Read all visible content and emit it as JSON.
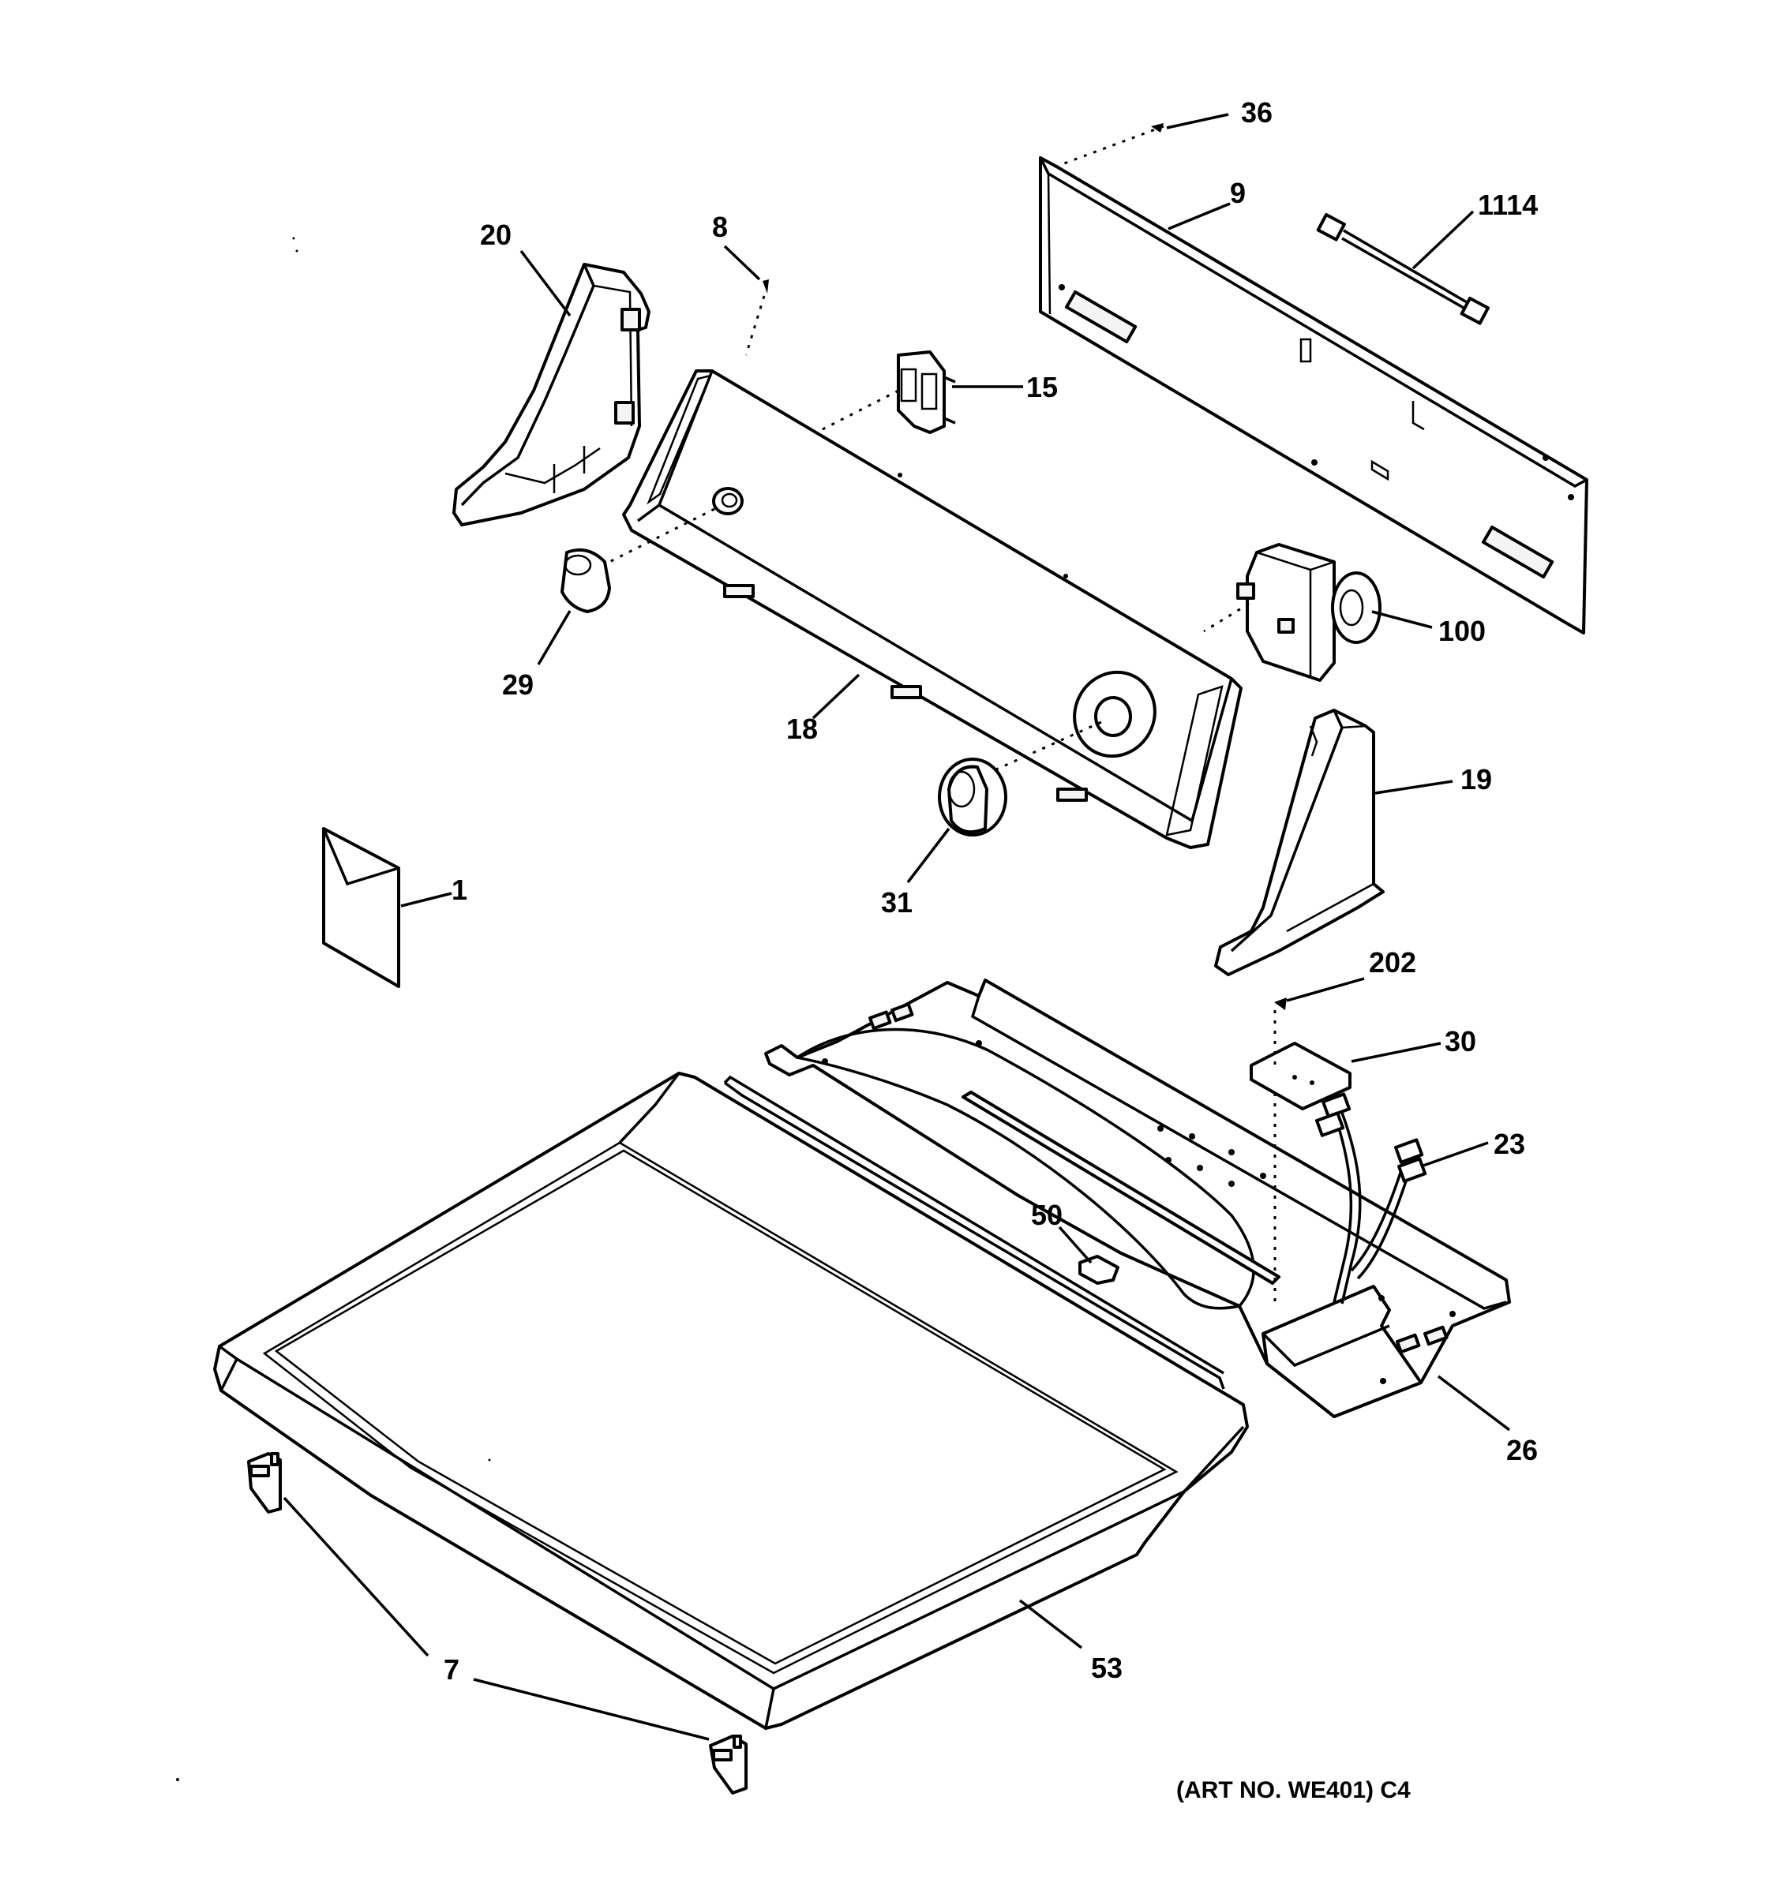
{
  "callouts": [
    {
      "id": "36",
      "text": "36"
    },
    {
      "id": "9",
      "text": "9"
    },
    {
      "id": "1114",
      "text": "1114"
    },
    {
      "id": "20",
      "text": "20"
    },
    {
      "id": "8",
      "text": "8"
    },
    {
      "id": "15",
      "text": "15"
    },
    {
      "id": "100",
      "text": "100"
    },
    {
      "id": "29",
      "text": "29"
    },
    {
      "id": "18",
      "text": "18"
    },
    {
      "id": "19",
      "text": "19"
    },
    {
      "id": "31",
      "text": "31"
    },
    {
      "id": "1",
      "text": "1"
    },
    {
      "id": "202",
      "text": "202"
    },
    {
      "id": "30",
      "text": "30"
    },
    {
      "id": "23",
      "text": "23"
    },
    {
      "id": "50",
      "text": "50"
    },
    {
      "id": "26",
      "text": "26"
    },
    {
      "id": "53",
      "text": "53"
    },
    {
      "id": "7",
      "text": "7"
    }
  ],
  "art_number": "(ART NO. WE401) C4"
}
